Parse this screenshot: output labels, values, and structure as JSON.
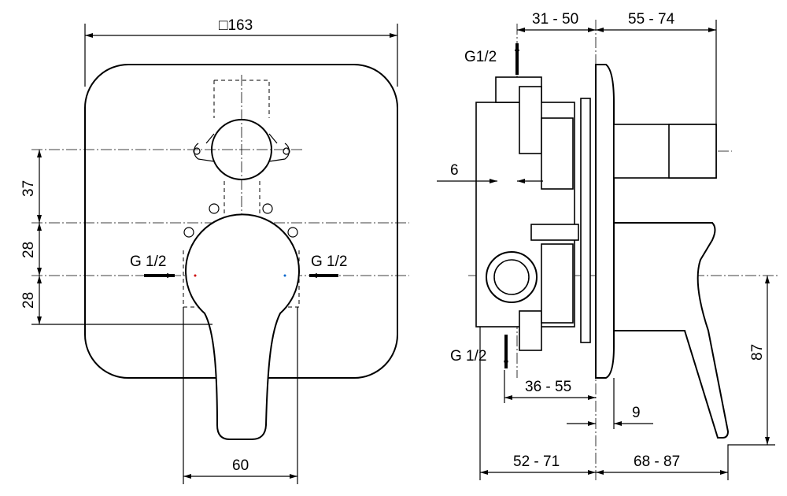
{
  "front_view": {
    "width_label": "□163",
    "dim_37": "37",
    "dim_28_upper": "28",
    "dim_28_lower": "28",
    "inlet_left": "G 1/2",
    "inlet_right": "G 1/2",
    "dim_60": "60"
  },
  "side_view": {
    "dim_31_50": "31 - 50",
    "dim_55_74": "55 - 74",
    "outlet_top": "G1/2",
    "dim_6": "6",
    "outlet_bottom": "G 1/2",
    "dim_36_55": "36 - 55",
    "dim_9": "9",
    "dim_52_71": "52 - 71",
    "dim_68_87": "68 - 87",
    "dim_87": "87"
  }
}
